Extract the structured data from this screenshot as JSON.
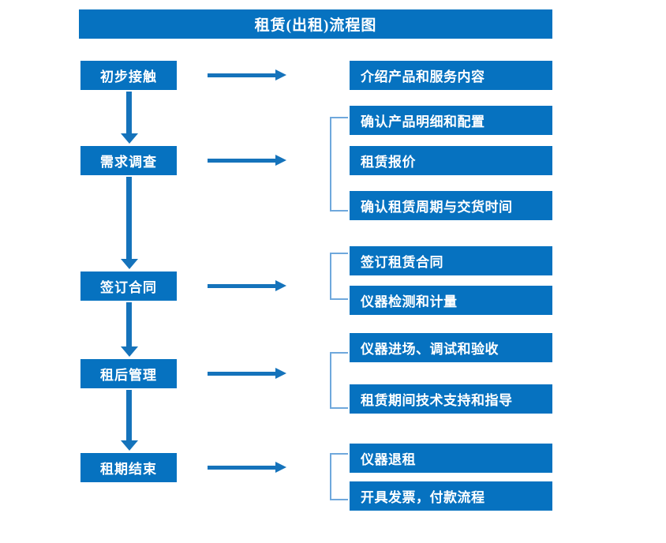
{
  "chart": {
    "title": "租赁(出租)流程图",
    "accent_color": "#0672C0",
    "arrow_color": "#1573BB",
    "bracket_color": "#6FA8DC"
  },
  "stages": [
    {
      "label": "初步接触"
    },
    {
      "label": "需求调查"
    },
    {
      "label": "签订合同"
    },
    {
      "label": "租后管理"
    },
    {
      "label": "租期结束"
    }
  ],
  "details": {
    "group1": [
      {
        "label": "介绍产品和服务内容"
      }
    ],
    "group2": [
      {
        "label": "确认产品明细和配置"
      },
      {
        "label": "租赁报价"
      },
      {
        "label": "确认租赁周期与交货时间"
      }
    ],
    "group3": [
      {
        "label": "签订租赁合同"
      },
      {
        "label": "仪器检测和计量"
      }
    ],
    "group4": [
      {
        "label": "仪器进场、调试和验收"
      },
      {
        "label": "租赁期间技术支持和指导"
      }
    ],
    "group5": [
      {
        "label": "仪器退租"
      },
      {
        "label": "开具发票，付款流程"
      }
    ]
  }
}
